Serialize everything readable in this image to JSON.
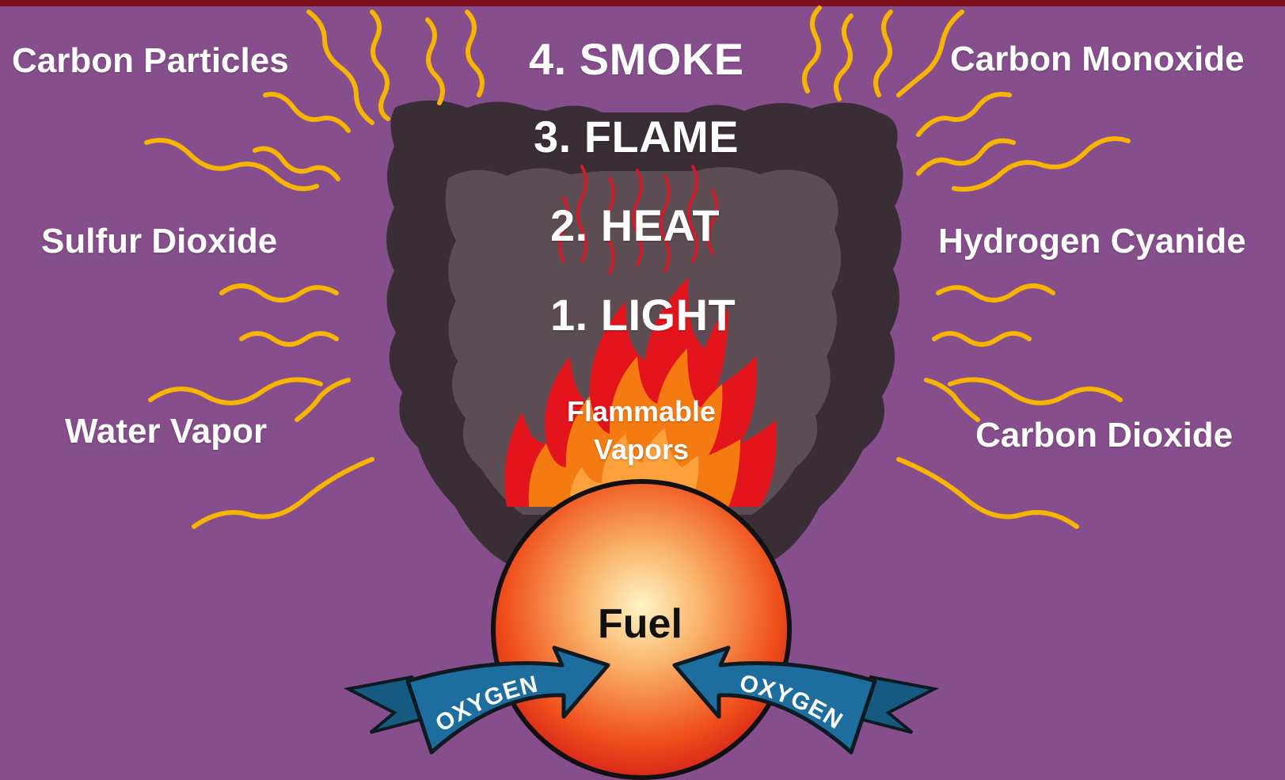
{
  "title_bar_color": "#7a0f1e",
  "colors": {
    "background": "#874e8d",
    "smoke_outer": "#3a2e36",
    "smoke_inner": "#5b4d53",
    "wavy_lines": "#f7b500",
    "flame_red": "#e3141b",
    "flame_orange": "#f57a12",
    "fuel_ball": "#f05a1e",
    "oxygen_ribbon": "#1d6e9e"
  },
  "stages": {
    "smoke": "4. SMOKE",
    "flame": "3. FLAME",
    "heat": "2. HEAT",
    "light": "1. LIGHT"
  },
  "flammable_vapors": {
    "line1": "Flammable",
    "line2": "Vapors"
  },
  "fuel": "Fuel",
  "oxygen": {
    "left": "OXYGEN",
    "right": "OXYGEN"
  },
  "byproducts": {
    "left": [
      "Carbon Particles",
      "Sulfur Dioxide",
      "Water Vapor"
    ],
    "right": [
      "Carbon Monoxide",
      "Hydrogen Cyanide",
      "Carbon Dioxide"
    ]
  }
}
